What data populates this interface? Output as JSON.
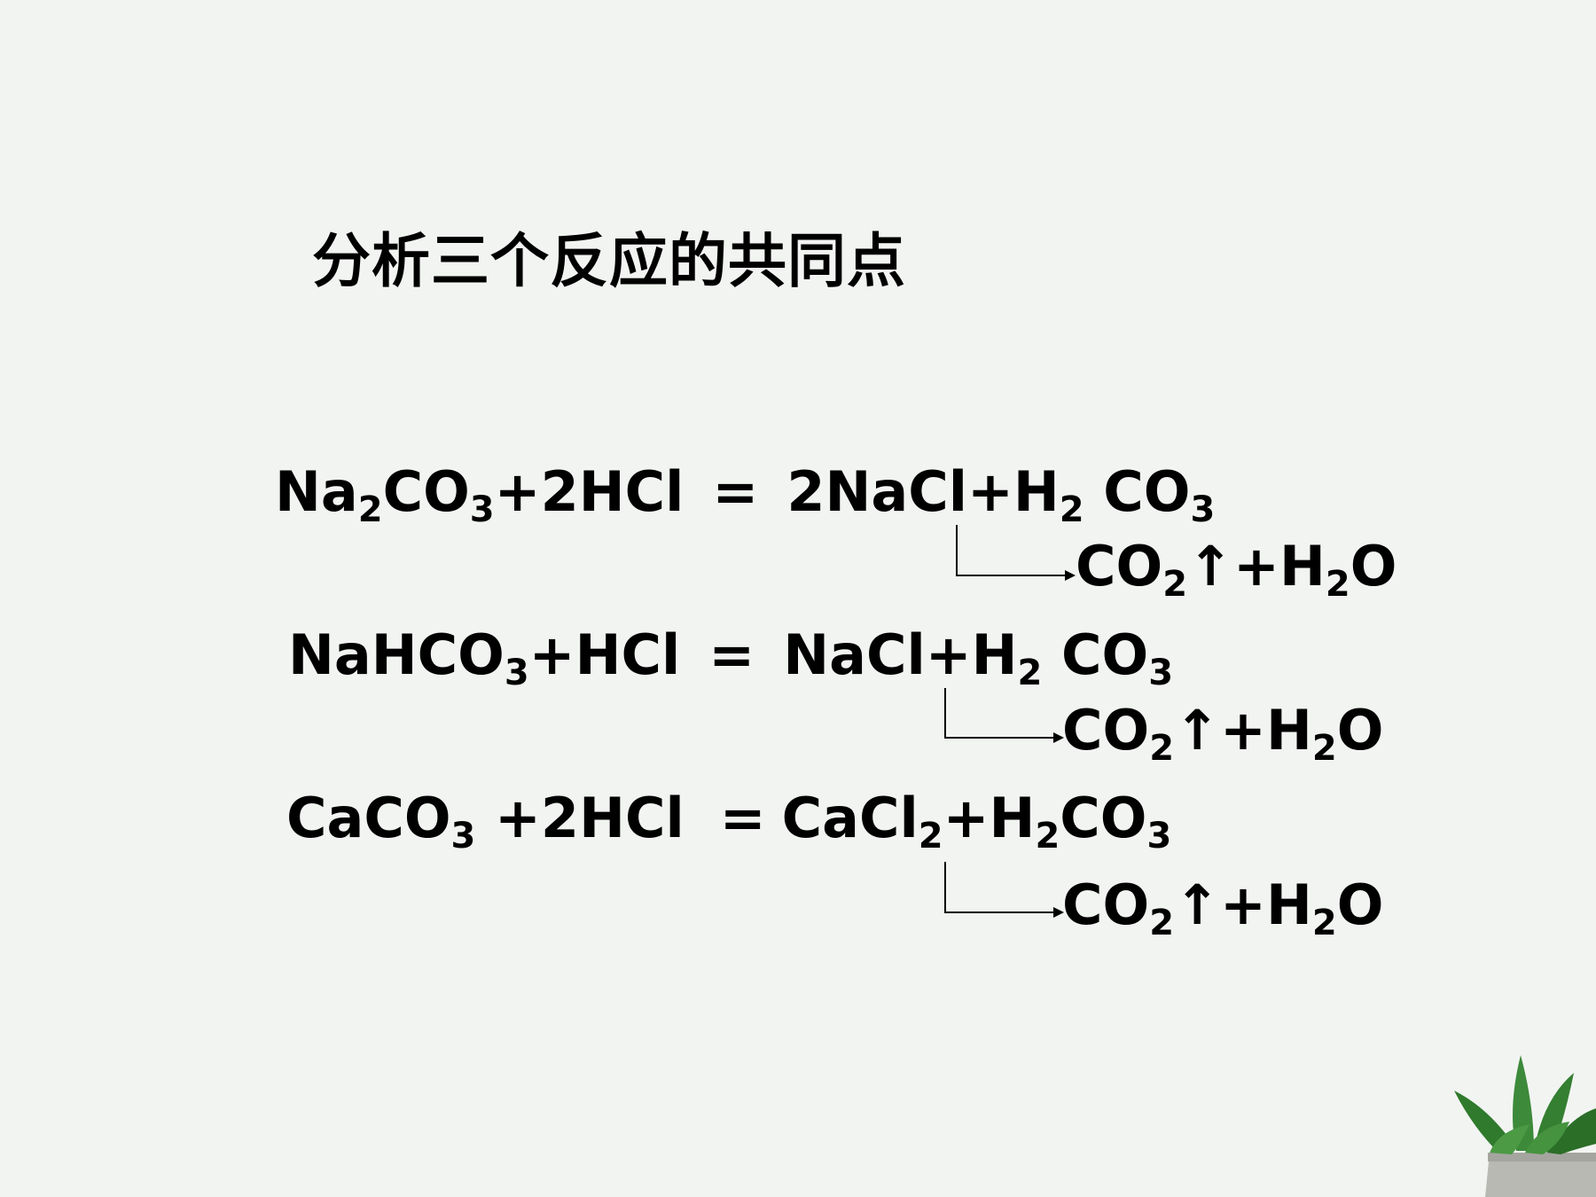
{
  "title": "分析三个反应的共同点",
  "equations": [
    {
      "reactants": [
        {
          "t": "Na"
        },
        {
          "s": "2"
        },
        {
          "t": "CO"
        },
        {
          "s": "3"
        },
        {
          "t": "+2HCl"
        }
      ],
      "sign": "=",
      "products": [
        {
          "t": "2NaCl+H"
        },
        {
          "s": "2"
        },
        {
          "t": " CO"
        },
        {
          "s": "3"
        }
      ],
      "decomposition": [
        {
          "t": "CO"
        },
        {
          "s": "2"
        },
        {
          "t": "↑+H"
        },
        {
          "s": "2"
        },
        {
          "t": "O"
        }
      ]
    },
    {
      "reactants": [
        {
          "t": "NaHCO"
        },
        {
          "s": "3"
        },
        {
          "t": "+HCl"
        }
      ],
      "sign": "=",
      "products": [
        {
          "t": "NaCl+H"
        },
        {
          "s": "2"
        },
        {
          "t": " CO"
        },
        {
          "s": "3"
        }
      ],
      "decomposition": [
        {
          "t": "CO"
        },
        {
          "s": "2"
        },
        {
          "t": "↑+H"
        },
        {
          "s": "2"
        },
        {
          "t": "O"
        }
      ]
    },
    {
      "reactants": [
        {
          "t": "CaCO"
        },
        {
          "s": "3"
        },
        {
          "t": " +2HCl"
        }
      ],
      "sign": "=",
      "products": [
        {
          "t": "CaCl"
        },
        {
          "s": "2"
        },
        {
          "t": "+H"
        },
        {
          "s": "2"
        },
        {
          "t": "CO"
        },
        {
          "s": "3"
        }
      ],
      "decomposition": [
        {
          "t": "CO"
        },
        {
          "s": "2"
        },
        {
          "t": "↑+H"
        },
        {
          "s": "2"
        },
        {
          "t": "O"
        }
      ]
    }
  ],
  "decoration": {
    "icon": "succulent-plant-icon",
    "leaf_color": "#3d8a3a",
    "pot_color": "#b9b9b4"
  }
}
